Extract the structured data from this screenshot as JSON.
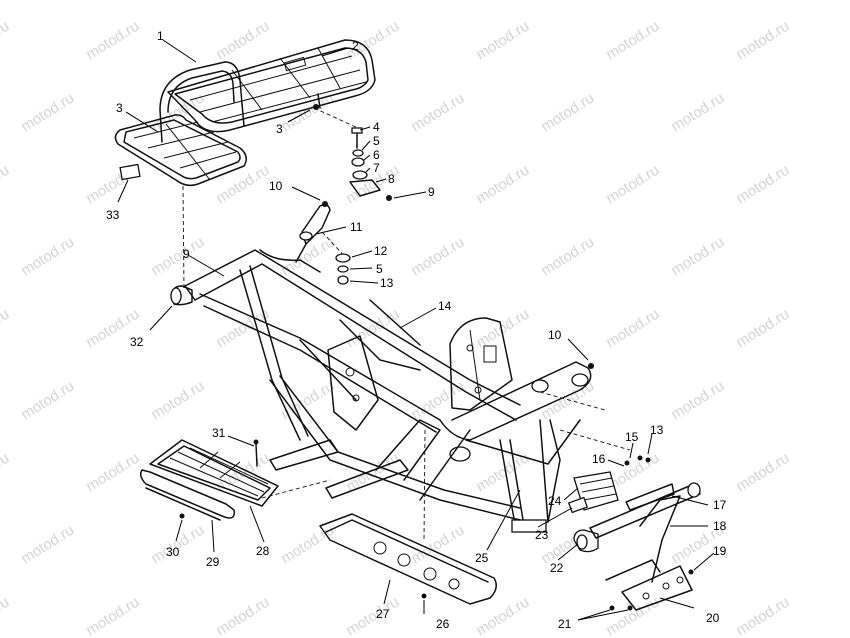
{
  "watermark": {
    "text": "motod.ru",
    "color": "#d4d4d4"
  },
  "callouts": [
    {
      "num": "1"
    },
    {
      "num": "2"
    },
    {
      "num": "3"
    },
    {
      "num": "3"
    },
    {
      "num": "4"
    },
    {
      "num": "5"
    },
    {
      "num": "6"
    },
    {
      "num": "7"
    },
    {
      "num": "8"
    },
    {
      "num": "9"
    },
    {
      "num": "10"
    },
    {
      "num": "11"
    },
    {
      "num": "33"
    },
    {
      "num": "9"
    },
    {
      "num": "12"
    },
    {
      "num": "5"
    },
    {
      "num": "13"
    },
    {
      "num": "32"
    },
    {
      "num": "14"
    },
    {
      "num": "10"
    },
    {
      "num": "31"
    },
    {
      "num": "15"
    },
    {
      "num": "13"
    },
    {
      "num": "16"
    },
    {
      "num": "17"
    },
    {
      "num": "18"
    },
    {
      "num": "24"
    },
    {
      "num": "25"
    },
    {
      "num": "23"
    },
    {
      "num": "22"
    },
    {
      "num": "19"
    },
    {
      "num": "30"
    },
    {
      "num": "29"
    },
    {
      "num": "28"
    },
    {
      "num": "27"
    },
    {
      "num": "26"
    },
    {
      "num": "21"
    },
    {
      "num": "20"
    }
  ]
}
